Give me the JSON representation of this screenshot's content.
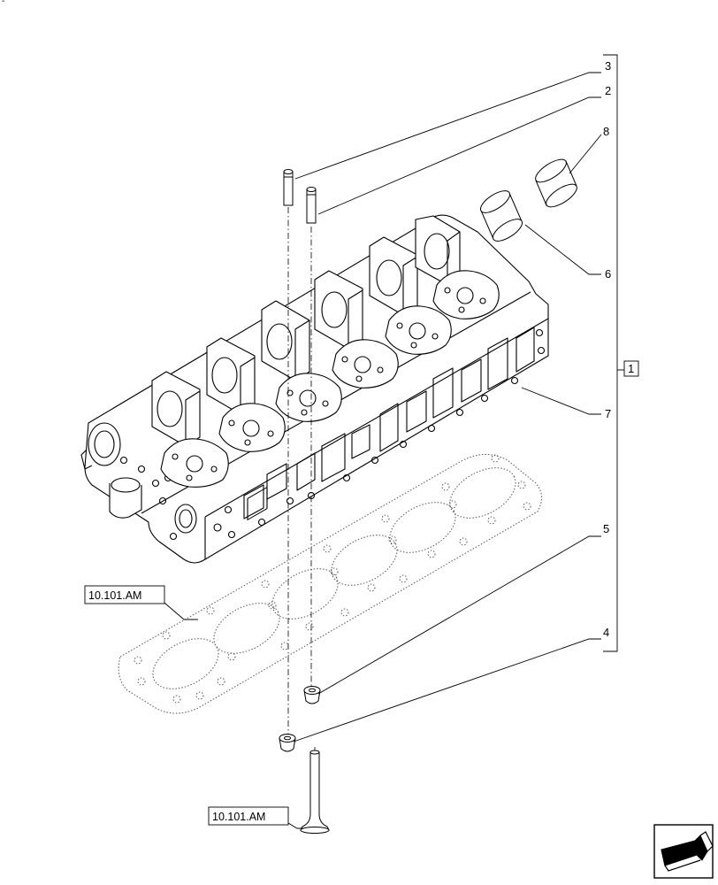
{
  "corner_mark": "-",
  "callouts": [
    "1",
    "2",
    "3",
    "4",
    "5",
    "6",
    "7",
    "8"
  ],
  "refs": [
    "10.101.AM",
    "10.101.AM"
  ],
  "nav_icon": "next-page-arrow-icon"
}
